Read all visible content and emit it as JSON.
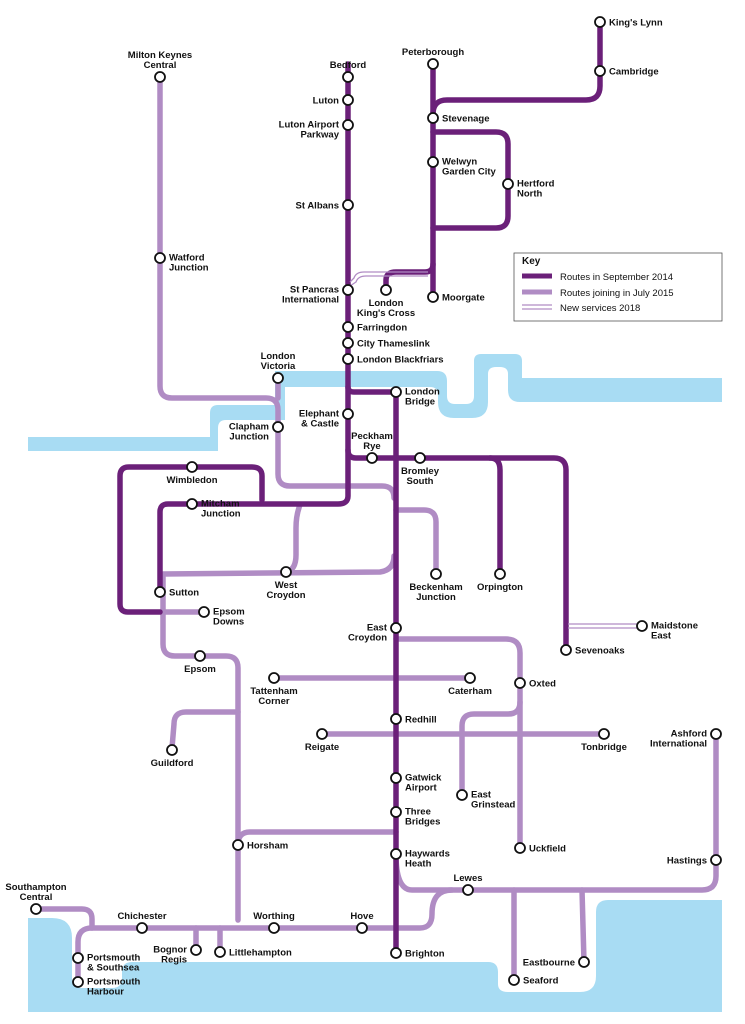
{
  "colors": {
    "route_2014": "#6b2079",
    "route_2015": "#b08cc4",
    "water": "#a8dcf3",
    "station_fill": "#ffffff",
    "station_stroke": "#111111"
  },
  "legend": {
    "title": "Key",
    "items": [
      {
        "label": "Routes in September 2014",
        "style": "route_2014"
      },
      {
        "label": "Routes joining in July 2015",
        "style": "route_2015"
      },
      {
        "label": "New services 2018",
        "style": "new_2018"
      }
    ]
  },
  "stations": [
    {
      "id": "kings-lynn",
      "lines": [
        "King's Lynn"
      ]
    },
    {
      "id": "cambridge",
      "lines": [
        "Cambridge"
      ]
    },
    {
      "id": "peterborough",
      "lines": [
        "Peterborough"
      ]
    },
    {
      "id": "stevenage",
      "lines": [
        "Stevenage"
      ]
    },
    {
      "id": "welwyn-garden-city",
      "lines": [
        "Welwyn",
        "Garden City"
      ]
    },
    {
      "id": "hertford-north",
      "lines": [
        "Hertford",
        "North"
      ]
    },
    {
      "id": "moorgate",
      "lines": [
        "Moorgate"
      ]
    },
    {
      "id": "london-kings-cross",
      "lines": [
        "London",
        "King's Cross"
      ]
    },
    {
      "id": "milton-keynes-central",
      "lines": [
        "Milton Keynes",
        "Central"
      ]
    },
    {
      "id": "watford-junction",
      "lines": [
        "Watford",
        "Junction"
      ]
    },
    {
      "id": "bedford",
      "lines": [
        "Bedford"
      ]
    },
    {
      "id": "luton",
      "lines": [
        "Luton"
      ]
    },
    {
      "id": "luton-airport-parkway",
      "lines": [
        "Luton Airport",
        "Parkway"
      ]
    },
    {
      "id": "st-albans",
      "lines": [
        "St Albans"
      ]
    },
    {
      "id": "st-pancras-international",
      "lines": [
        "St Pancras",
        "International"
      ]
    },
    {
      "id": "farringdon",
      "lines": [
        "Farringdon"
      ]
    },
    {
      "id": "city-thameslink",
      "lines": [
        "City Thameslink"
      ]
    },
    {
      "id": "london-blackfriars",
      "lines": [
        "London Blackfriars"
      ]
    },
    {
      "id": "london-victoria",
      "lines": [
        "London",
        "Victoria"
      ]
    },
    {
      "id": "london-bridge",
      "lines": [
        "London",
        "Bridge"
      ]
    },
    {
      "id": "elephant-castle",
      "lines": [
        "Elephant",
        "& Castle"
      ]
    },
    {
      "id": "clapham-junction",
      "lines": [
        "Clapham",
        "Junction"
      ]
    },
    {
      "id": "peckham-rye",
      "lines": [
        "Peckham",
        "Rye"
      ]
    },
    {
      "id": "bromley-south",
      "lines": [
        "Bromley",
        "South"
      ]
    },
    {
      "id": "wimbledon",
      "lines": [
        "Wimbledon"
      ]
    },
    {
      "id": "mitcham-junction",
      "lines": [
        "Mitcham",
        "Junction"
      ]
    },
    {
      "id": "west-croydon",
      "lines": [
        "West",
        "Croydon"
      ]
    },
    {
      "id": "beckenham-junction",
      "lines": [
        "Beckenham",
        "Junction"
      ]
    },
    {
      "id": "orpington",
      "lines": [
        "Orpington"
      ]
    },
    {
      "id": "sutton",
      "lines": [
        "Sutton"
      ]
    },
    {
      "id": "epsom-downs",
      "lines": [
        "Epsom",
        "Downs"
      ]
    },
    {
      "id": "east-croydon",
      "lines": [
        "East",
        "Croydon"
      ]
    },
    {
      "id": "maidstone-east",
      "lines": [
        "Maidstone",
        "East"
      ]
    },
    {
      "id": "sevenoaks",
      "lines": [
        "Sevenoaks"
      ]
    },
    {
      "id": "epsom",
      "lines": [
        "Epsom"
      ]
    },
    {
      "id": "tattenham-corner",
      "lines": [
        "Tattenham",
        "Corner"
      ]
    },
    {
      "id": "caterham",
      "lines": [
        "Caterham"
      ]
    },
    {
      "id": "oxted",
      "lines": [
        "Oxted"
      ]
    },
    {
      "id": "redhill",
      "lines": [
        "Redhill"
      ]
    },
    {
      "id": "reigate",
      "lines": [
        "Reigate"
      ]
    },
    {
      "id": "tonbridge",
      "lines": [
        "Tonbridge"
      ]
    },
    {
      "id": "guildford",
      "lines": [
        "Guildford"
      ]
    },
    {
      "id": "ashford-international",
      "lines": [
        "Ashford",
        "International"
      ]
    },
    {
      "id": "gatwick-airport",
      "lines": [
        "Gatwick",
        "Airport"
      ]
    },
    {
      "id": "east-grinstead",
      "lines": [
        "East",
        "Grinstead"
      ]
    },
    {
      "id": "three-bridges",
      "lines": [
        "Three",
        "Bridges"
      ]
    },
    {
      "id": "horsham",
      "lines": [
        "Horsham"
      ]
    },
    {
      "id": "uckfield",
      "lines": [
        "Uckfield"
      ]
    },
    {
      "id": "haywards-heath",
      "lines": [
        "Haywards",
        "Heath"
      ]
    },
    {
      "id": "hastings",
      "lines": [
        "Hastings"
      ]
    },
    {
      "id": "lewes",
      "lines": [
        "Lewes"
      ]
    },
    {
      "id": "southampton-central",
      "lines": [
        "Southampton",
        "Central"
      ]
    },
    {
      "id": "chichester",
      "lines": [
        "Chichester"
      ]
    },
    {
      "id": "worthing",
      "lines": [
        "Worthing"
      ]
    },
    {
      "id": "hove",
      "lines": [
        "Hove"
      ]
    },
    {
      "id": "bognor-regis",
      "lines": [
        "Bognor",
        "Regis"
      ]
    },
    {
      "id": "littlehampton",
      "lines": [
        "Littlehampton"
      ]
    },
    {
      "id": "brighton",
      "lines": [
        "Brighton"
      ]
    },
    {
      "id": "portsmouth-southsea",
      "lines": [
        "Portsmouth",
        "& Southsea"
      ]
    },
    {
      "id": "portsmouth-harbour",
      "lines": [
        "Portsmouth",
        "Harbour"
      ]
    },
    {
      "id": "eastbourne",
      "lines": [
        "Eastbourne"
      ]
    },
    {
      "id": "seaford",
      "lines": [
        "Seaford"
      ]
    }
  ]
}
